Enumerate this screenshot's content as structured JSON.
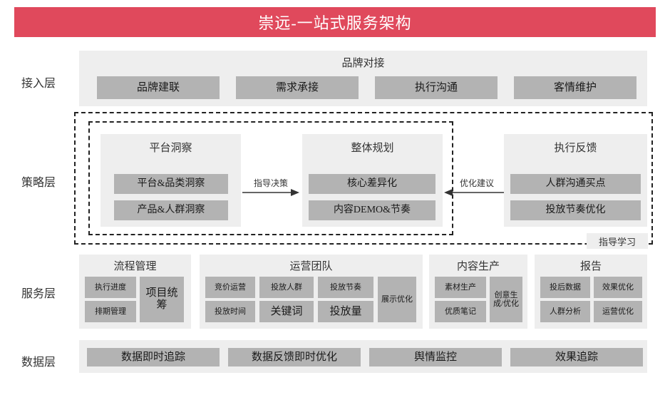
{
  "header": {
    "title": "崇远-一站式服务架构",
    "accent_color": "#e0495c",
    "title_color": "#ffffff"
  },
  "palette": {
    "panel_bg": "#eeeeee",
    "box_bg": "#b3b3b3",
    "text": "#1a1a1a",
    "dashed_border": "#222222",
    "page_bg": "#ffffff"
  },
  "rows": {
    "access": {
      "label": "接入层"
    },
    "strategy": {
      "label": "策略层"
    },
    "service": {
      "label": "服务层"
    },
    "data": {
      "label": "数据层"
    }
  },
  "access_layer": {
    "panel_title": "品牌对接",
    "boxes": [
      {
        "label": "品牌建联"
      },
      {
        "label": "需求承接"
      },
      {
        "label": "执行沟通"
      },
      {
        "label": "客情维护"
      }
    ]
  },
  "strategy_layer": {
    "groups": [
      {
        "title": "平台洞察",
        "items": [
          {
            "label": "平台&品类洞察"
          },
          {
            "label": "产品&人群洞察"
          }
        ]
      },
      {
        "title": "整体规划",
        "items": [
          {
            "label": "核心差异化"
          },
          {
            "label": "内容DEMO&节奏"
          }
        ]
      },
      {
        "title": "执行反馈",
        "items": [
          {
            "label": "人群沟通买点"
          },
          {
            "label": "投放节奏优化"
          }
        ]
      }
    ],
    "arrows": [
      {
        "label": "指导决策",
        "direction": "right"
      },
      {
        "label": "优化建议",
        "direction": "left"
      }
    ],
    "tag": {
      "label": "指导学习"
    }
  },
  "service_layer": {
    "groups": [
      {
        "title": "流程管理",
        "items": [
          {
            "label": "执行进度"
          },
          {
            "label": "排期管理"
          },
          {
            "label": "项目统筹"
          }
        ]
      },
      {
        "title": "运营团队",
        "items": [
          {
            "label": "竞价运营"
          },
          {
            "label": "投放人群"
          },
          {
            "label": "投放节奏"
          },
          {
            "label": "投放时间"
          },
          {
            "label": "关键词"
          },
          {
            "label": "投放量"
          },
          {
            "label": "展示优化"
          }
        ]
      },
      {
        "title": "内容生产",
        "items": [
          {
            "label": "素材生产"
          },
          {
            "label": "优质笔记"
          },
          {
            "label": "创意生成/优化"
          }
        ]
      },
      {
        "title": "报告",
        "items": [
          {
            "label": "投后数据"
          },
          {
            "label": "效果优化"
          },
          {
            "label": "人群分析"
          },
          {
            "label": "运营优化"
          }
        ]
      }
    ]
  },
  "data_layer": {
    "boxes": [
      {
        "label": "数据即时追踪"
      },
      {
        "label": "数据反馈即时优化"
      },
      {
        "label": "舆情监控"
      },
      {
        "label": "效果追踪"
      }
    ]
  }
}
